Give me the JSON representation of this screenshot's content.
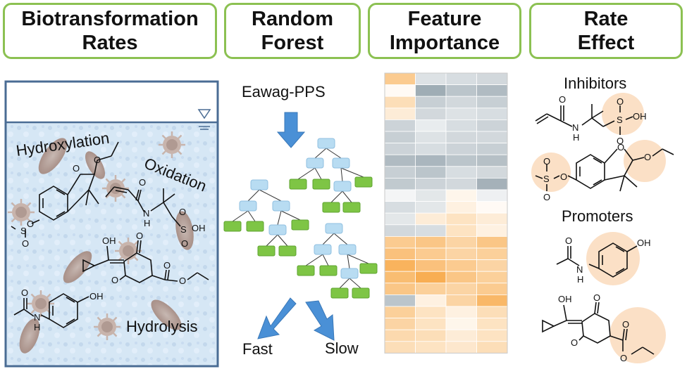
{
  "headers": [
    {
      "line1": "Biotransformation",
      "line2": "Rates"
    },
    {
      "line1": "Random",
      "line2": "Forest"
    },
    {
      "line1": "Feature",
      "line2": "Importance"
    },
    {
      "line1": "Rate",
      "line2": "Effect"
    }
  ],
  "panel1": {
    "labels": {
      "hydroxylation": "Hydroxylation",
      "oxidation": "Oxidation",
      "hydrolysis": "Hydrolysis"
    },
    "atoms": {
      "o1": "O",
      "o2": "O",
      "o3": "O",
      "oh1": "OH",
      "o4": "O",
      "n1": "N",
      "h1": "H",
      "s1": "S",
      "o5": "O",
      "oh2": "OH",
      "o6": "O",
      "oh3": "OH",
      "o7": "O",
      "o8": "O",
      "o9": "O",
      "o10": "O",
      "o11": "O",
      "o12": "O",
      "s2": "S",
      "o13": "O",
      "n2": "N",
      "h2": "H",
      "oh4": "OH"
    }
  },
  "panel2": {
    "dataset": "Eawag-PPS",
    "fast": "Fast",
    "slow": "Slow"
  },
  "panel3": {
    "colors": {
      "orange": "#f7a035",
      "gray": "#8e9ea8"
    },
    "heatmap": [
      [
        0.55,
        -0.3,
        -0.35,
        -0.4
      ],
      [
        0.05,
        -0.85,
        -0.6,
        -0.7
      ],
      [
        0.35,
        -0.5,
        -0.4,
        -0.5
      ],
      [
        0.2,
        -0.4,
        -0.3,
        -0.35
      ],
      [
        -0.45,
        -0.2,
        -0.35,
        -0.45
      ],
      [
        -0.5,
        -0.3,
        -0.4,
        -0.4
      ],
      [
        -0.45,
        -0.35,
        -0.45,
        -0.5
      ],
      [
        -0.7,
        -0.75,
        -0.6,
        -0.65
      ],
      [
        -0.5,
        -0.6,
        -0.35,
        -0.4
      ],
      [
        -0.55,
        -0.45,
        -0.4,
        -0.8
      ],
      [
        -0.1,
        -0.25,
        0.1,
        -0.15
      ],
      [
        -0.35,
        -0.25,
        0.15,
        0.05
      ],
      [
        -0.25,
        0.2,
        0.3,
        0.2
      ],
      [
        -0.4,
        -0.35,
        0.3,
        0.15
      ],
      [
        0.55,
        0.6,
        0.45,
        0.6
      ],
      [
        0.65,
        0.55,
        0.45,
        0.5
      ],
      [
        0.8,
        0.65,
        0.55,
        0.45
      ],
      [
        0.7,
        0.85,
        0.6,
        0.5
      ],
      [
        0.6,
        0.5,
        0.45,
        0.55
      ],
      [
        -0.6,
        0.15,
        0.45,
        0.75
      ],
      [
        0.5,
        0.3,
        0.15,
        0.35
      ],
      [
        0.45,
        0.3,
        0.1,
        0.3
      ],
      [
        0.4,
        0.35,
        0.2,
        0.3
      ],
      [
        0.35,
        0.3,
        0.25,
        0.35
      ]
    ]
  },
  "panel4": {
    "inhibitors": "Inhibitors",
    "promoters": "Promoters",
    "atoms": {
      "o1": "O",
      "n1": "N",
      "h1": "H",
      "s1": "S",
      "o2": "O",
      "o3": "O",
      "oh1": "OH",
      "o4": "O",
      "o5": "O",
      "s2": "S",
      "o6": "O",
      "o7": "O",
      "o8": "O",
      "oh2": "OH",
      "o9": "O",
      "n2": "N",
      "h2": "H",
      "oh3": "OH",
      "o10": "O",
      "o11": "O",
      "o12": "O",
      "o13": "O"
    }
  }
}
